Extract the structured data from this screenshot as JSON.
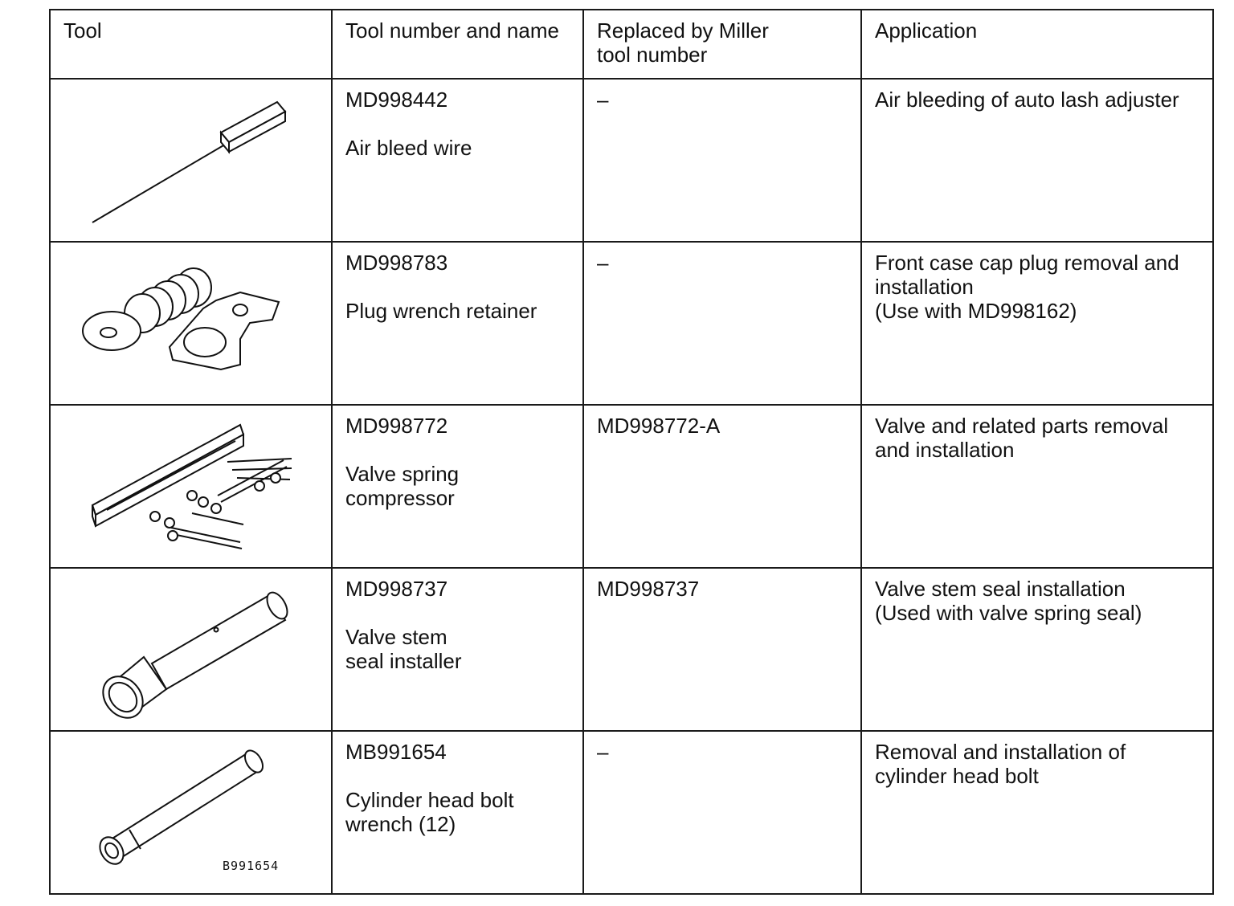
{
  "header": {
    "tool": "Tool",
    "tool_number_name": "Tool number and name",
    "replaced_by": "Replaced by Miller\ntool number",
    "application": "Application"
  },
  "rows": [
    {
      "icon": "air-bleed-wire-icon",
      "number": "MD998442",
      "name": "Air bleed wire",
      "replaced": "–",
      "application": "Air bleeding of auto lash adjuster"
    },
    {
      "icon": "plug-wrench-retainer-icon",
      "number": "MD998783",
      "name": "Plug wrench retainer",
      "replaced": "–",
      "application": "Front case cap plug removal and\ninstallation\n(Use with MD998162)"
    },
    {
      "icon": "valve-spring-compressor-icon",
      "number": "MD998772",
      "name": "Valve spring\ncompressor",
      "replaced": "MD998772-A",
      "application": "Valve and related parts removal\nand installation"
    },
    {
      "icon": "valve-stem-seal-installer-icon",
      "number": "MD998737",
      "name": "Valve stem\nseal installer",
      "replaced": "MD998737",
      "application": "Valve stem seal installation\n(Used with valve spring seal)"
    },
    {
      "icon": "cylinder-head-bolt-wrench-icon",
      "number": "MB991654",
      "name": "Cylinder head bolt\nwrench (12)",
      "replaced": "–",
      "application": "Removal and installation of\ncylinder head bolt",
      "image_code": "B991654"
    }
  ]
}
